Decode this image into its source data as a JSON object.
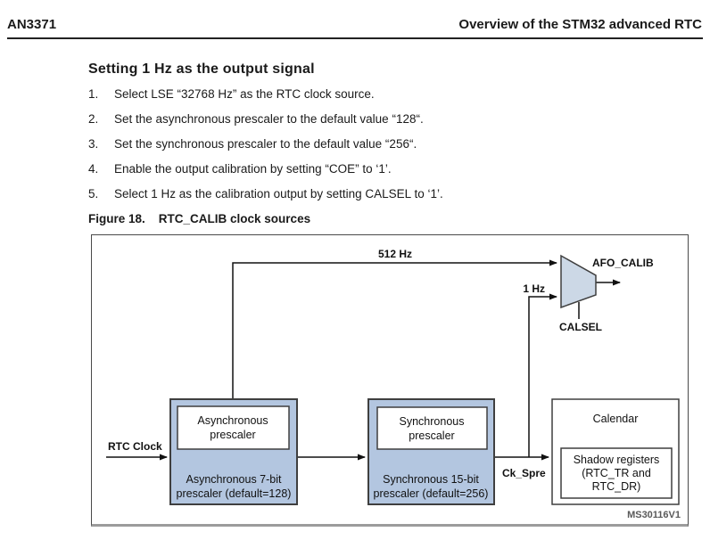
{
  "header": {
    "doc_id": "AN3371",
    "title": "Overview of the STM32 advanced RTC"
  },
  "section": {
    "heading": "Setting 1 Hz as the output signal",
    "steps": [
      {
        "num": "1.",
        "text": "Select LSE “32768 Hz” as the RTC clock source."
      },
      {
        "num": "2.",
        "text": "Set the asynchronous prescaler to the default value “128“."
      },
      {
        "num": "3.",
        "text": "Set the synchronous prescaler to the default value “256“."
      },
      {
        "num": "4.",
        "text": "Enable the output calibration by setting “COE” to ‘1’."
      },
      {
        "num": "5.",
        "text": "Select 1 Hz as the calibration output by setting CALSEL to ‘1’."
      }
    ]
  },
  "figure": {
    "label": "Figure 18.",
    "title": "RTC_CALIB clock sources",
    "watermark": "MS30116V1",
    "signals": {
      "hz512": "512 Hz",
      "hz1": "1 Hz",
      "afo_calib": "AFO_CALIB",
      "calsel": "CALSEL",
      "rtc_clock": "RTC Clock",
      "ck_spre": "Ck_Spre"
    },
    "blocks": {
      "async": {
        "inner_line1": "Asynchronous",
        "inner_line2": "prescaler",
        "caption_line1": "Asynchronous 7-bit",
        "caption_line2": "prescaler (default=128)"
      },
      "sync": {
        "inner_line1": "Synchronous",
        "inner_line2": "prescaler",
        "caption_line1": "Synchronous 15-bit",
        "caption_line2": "prescaler (default=256)"
      },
      "calendar": {
        "title": "Calendar",
        "inner_line1": "Shadow registers",
        "inner_line2": "(RTC_TR and",
        "inner_line3": "RTC_DR)"
      }
    },
    "colors": {
      "block_fill": "#b3c6e0",
      "mux_fill": "#ccd8e6",
      "line": "#111111",
      "box_border": "#3f3f3f"
    }
  }
}
